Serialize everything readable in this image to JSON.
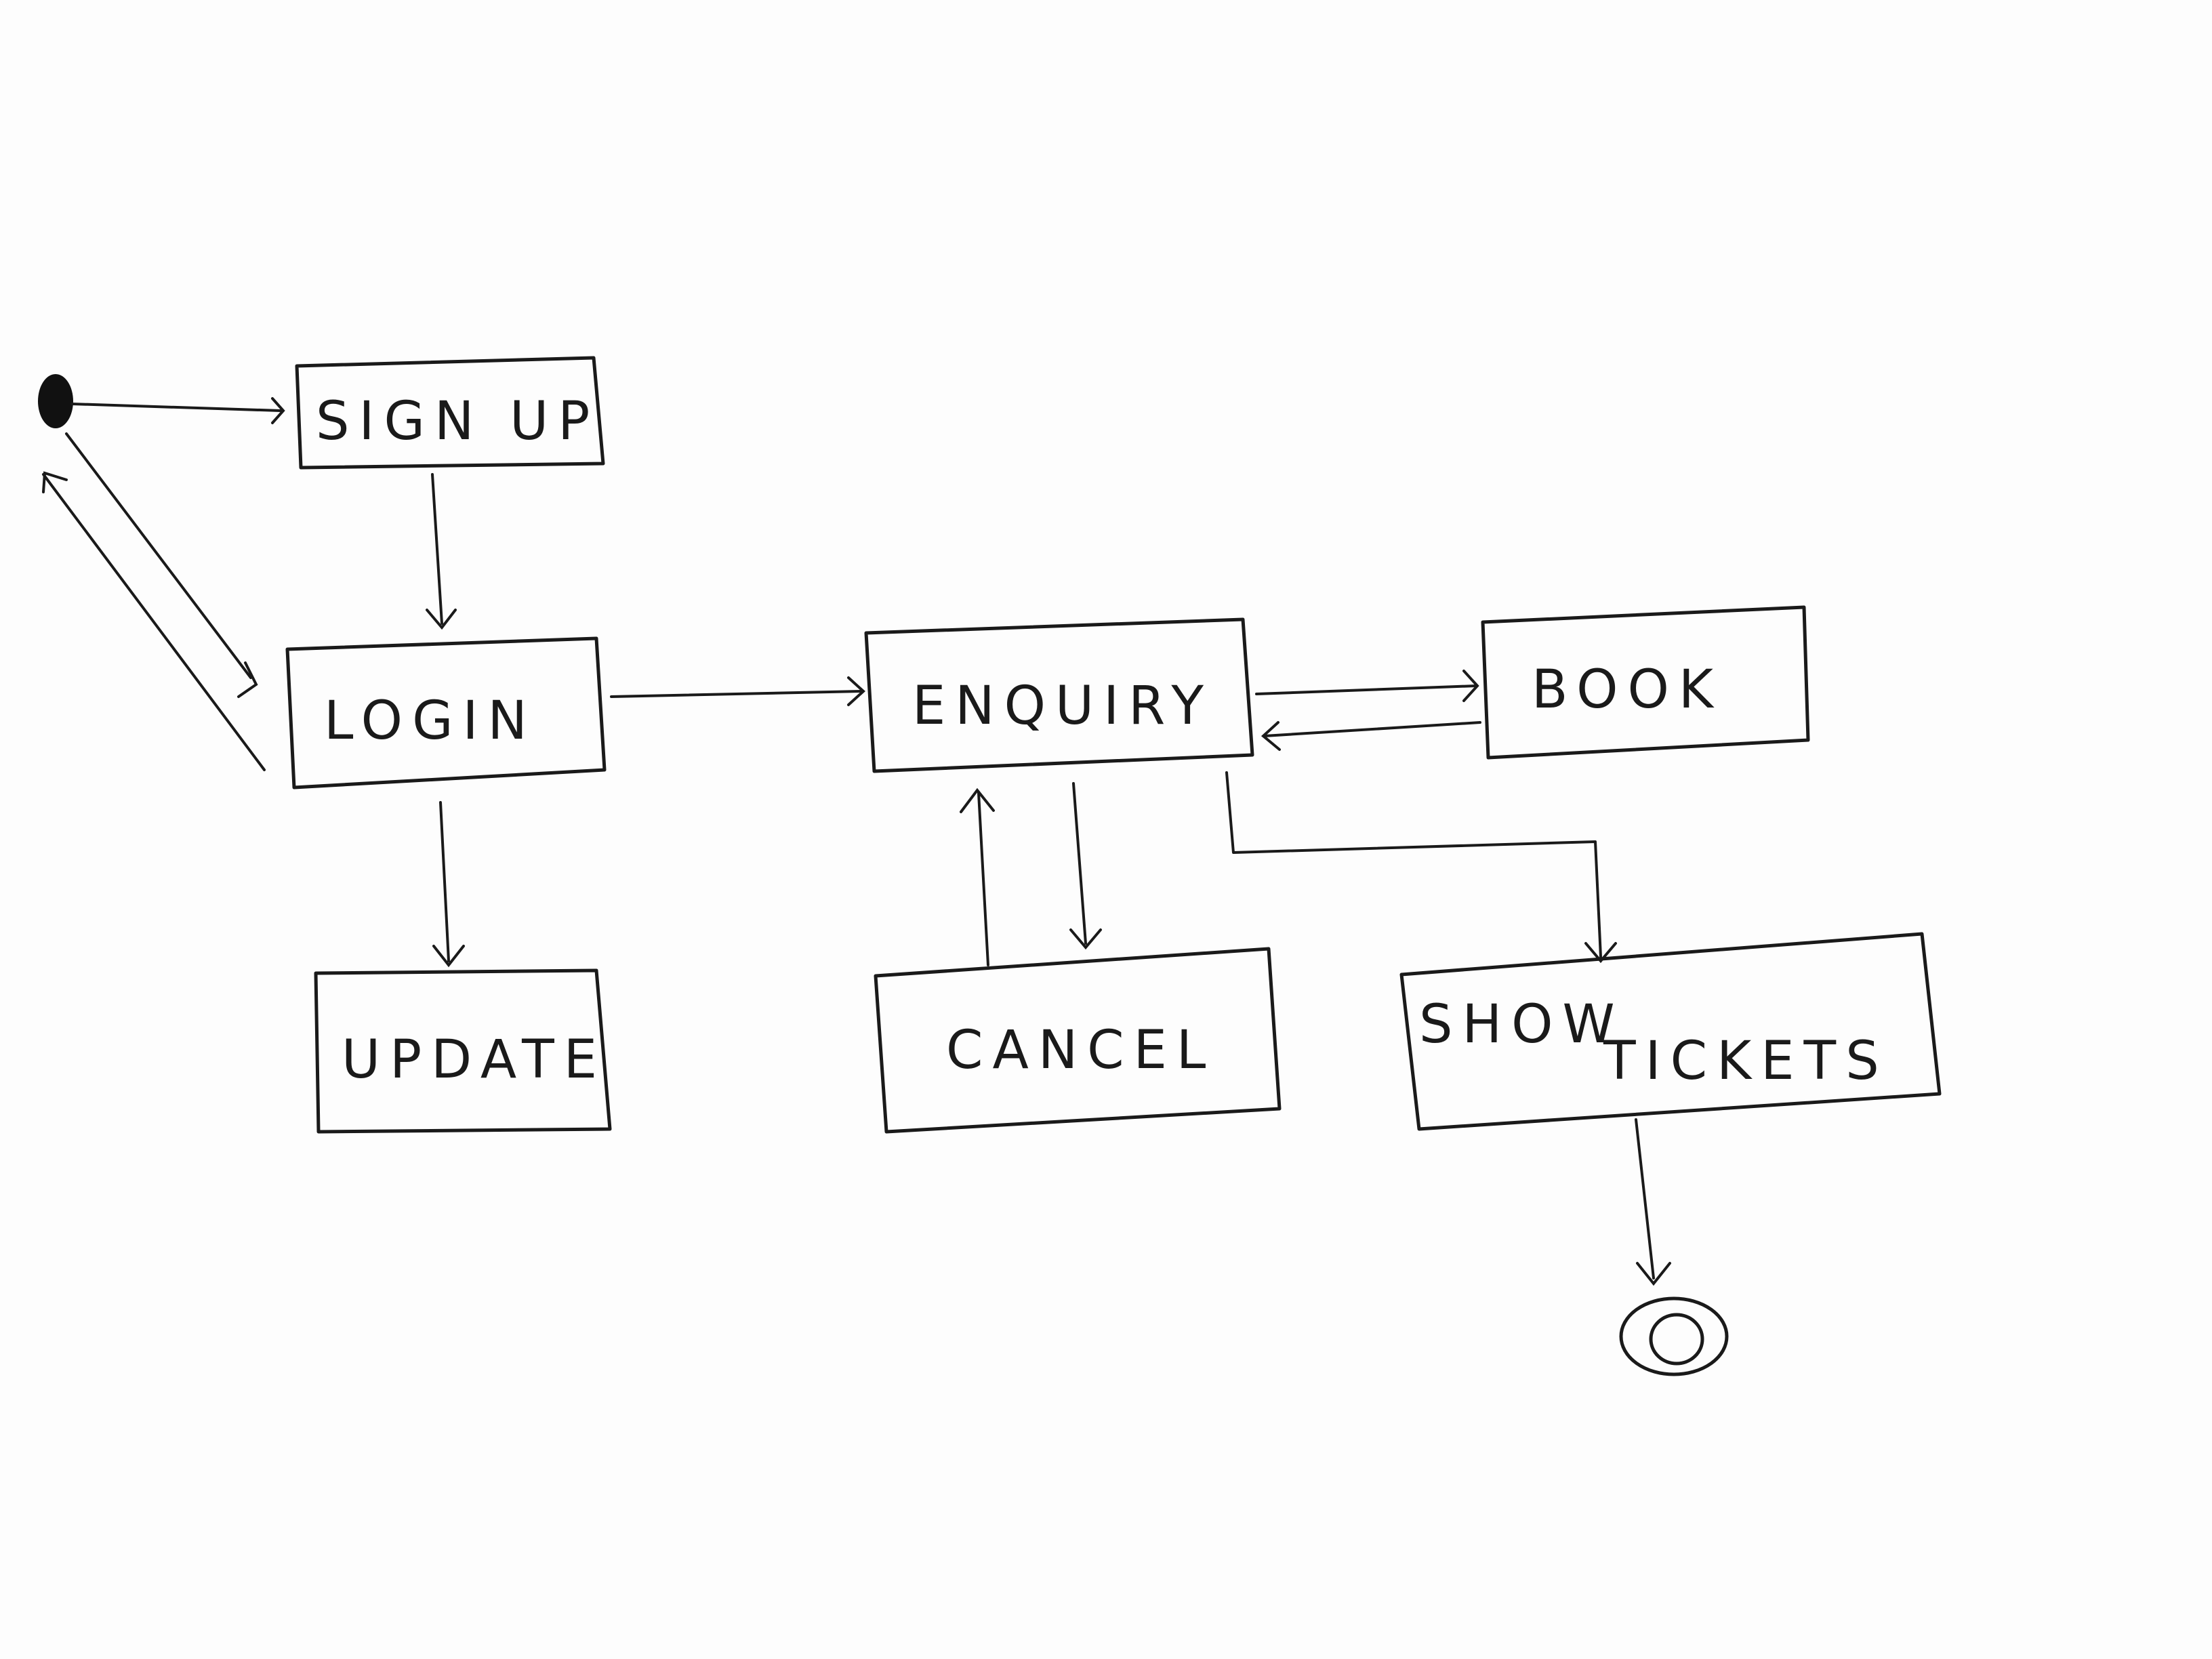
{
  "diagram": {
    "states": {
      "sign_up": "SIGN UP",
      "login": "LOGIN",
      "update": "UPDATE",
      "enquiry": "ENQUIRY",
      "book": "BOOK",
      "cancel": "CANCEL",
      "show": "SHOW",
      "tickets": "TICKETS"
    },
    "transitions": [
      {
        "from": "start",
        "to": "sign_up"
      },
      {
        "from": "sign_up",
        "to": "login"
      },
      {
        "from": "login",
        "to": "start"
      },
      {
        "from": "login",
        "to": "update"
      },
      {
        "from": "login",
        "to": "enquiry"
      },
      {
        "from": "enquiry",
        "to": "book"
      },
      {
        "from": "book",
        "to": "enquiry"
      },
      {
        "from": "enquiry",
        "to": "cancel"
      },
      {
        "from": "cancel",
        "to": "enquiry"
      },
      {
        "from": "enquiry",
        "to": "show_tickets"
      },
      {
        "from": "show_tickets",
        "to": "end"
      }
    ],
    "ink_color": "#1a1a1a"
  }
}
